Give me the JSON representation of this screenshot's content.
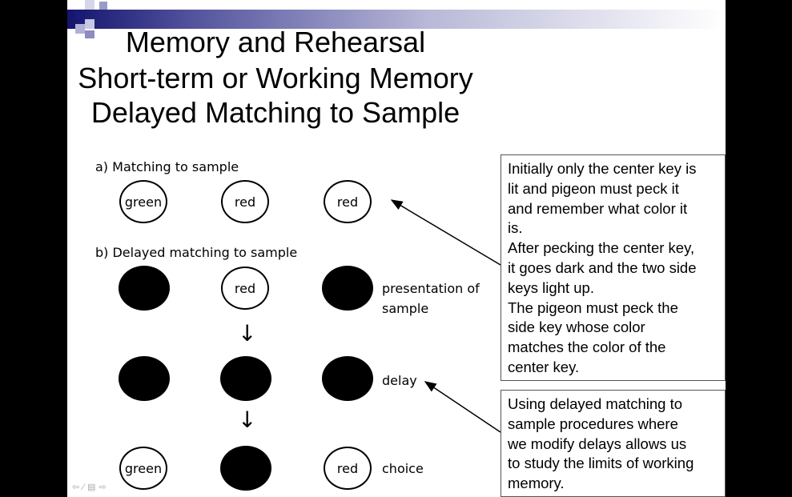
{
  "title": {
    "line1": "Memory and Rehearsal",
    "line2": "Short-term or Working Memory",
    "line3": "Delayed Matching to Sample"
  },
  "figure": {
    "part_a_label": "a) Matching  to  sample",
    "part_b_label": "b) Delayed  matching  to  sample",
    "row_a": [
      "green",
      "red",
      "red"
    ],
    "row_b1_center": "red",
    "row_b1_label_line1": "presentation  of",
    "row_b1_label_line2": "sample",
    "row_b2_label": "delay",
    "row_b3_left": "green",
    "row_b3_right": "red",
    "row_b3_label": "choice",
    "arrow_glyph": "↓"
  },
  "note1": [
    "Initially only the center key is",
    "lit and pigeon must peck it",
    "and remember what color it",
    "is.",
    "After pecking the center key,",
    "it goes dark and the two side",
    "keys light up.",
    "The pigeon must peck the",
    "side key whose color",
    "matches the color of the",
    "center key."
  ],
  "note2": [
    "Using delayed matching to",
    "sample procedures where",
    "we modify delays allows us",
    "to study the limits of working",
    "memory."
  ],
  "nav_icons": [
    "arrow-left-icon",
    "pen-icon",
    "menu-icon",
    "arrow-right-icon"
  ]
}
